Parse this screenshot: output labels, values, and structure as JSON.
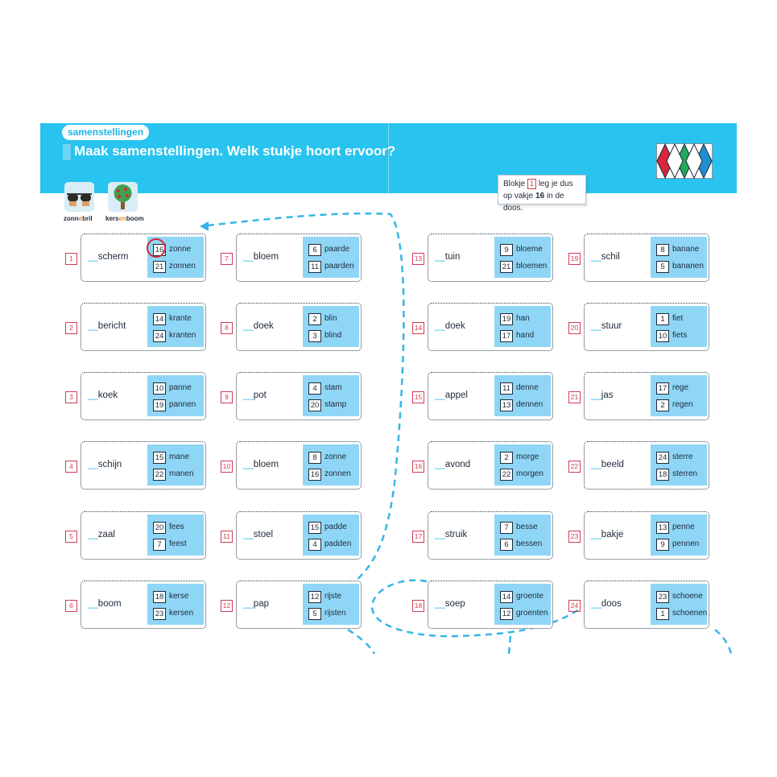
{
  "header": {
    "tag": "samenstellingen",
    "title": "Maak samenstellingen. Welk stukje hoort ervoor?",
    "hint_line1_before": "Blokje",
    "hint_box": "1",
    "hint_line1_after": "leg je dus",
    "hint_line2_before": "op vakje",
    "hint_line2_bold": "16",
    "hint_line2_after": "in de doos."
  },
  "examples": [
    {
      "icon": "sunglasses-icon",
      "prefix": "zonn",
      "link": "e",
      "suffix": "bril"
    },
    {
      "icon": "cherry-tree-icon",
      "prefix": "kers",
      "link": "en",
      "suffix": "boom"
    }
  ],
  "colors": {
    "banner": "#29c3ef",
    "choices": "#8fd6f6",
    "index": "#d33b55",
    "dash": "#35b6e6"
  },
  "cards": [
    {
      "n": "1",
      "word": "scherm",
      "choices": [
        {
          "num": "16",
          "text": "zonne"
        },
        {
          "num": "21",
          "text": "zonnen"
        }
      ]
    },
    {
      "n": "2",
      "word": "bericht",
      "choices": [
        {
          "num": "14",
          "text": "krante"
        },
        {
          "num": "24",
          "text": "kranten"
        }
      ]
    },
    {
      "n": "3",
      "word": "koek",
      "choices": [
        {
          "num": "10",
          "text": "panne"
        },
        {
          "num": "19",
          "text": "pannen"
        }
      ]
    },
    {
      "n": "4",
      "word": "schijn",
      "choices": [
        {
          "num": "15",
          "text": "mane"
        },
        {
          "num": "22",
          "text": "manen"
        }
      ]
    },
    {
      "n": "5",
      "word": "zaal",
      "choices": [
        {
          "num": "20",
          "text": "fees"
        },
        {
          "num": "7",
          "text": "feest"
        }
      ]
    },
    {
      "n": "6",
      "word": "boom",
      "choices": [
        {
          "num": "18",
          "text": "kerse"
        },
        {
          "num": "23",
          "text": "kersen"
        }
      ]
    },
    {
      "n": "7",
      "word": "bloem",
      "choices": [
        {
          "num": "6",
          "text": "paarde"
        },
        {
          "num": "11",
          "text": "paarden"
        }
      ]
    },
    {
      "n": "8",
      "word": "doek",
      "choices": [
        {
          "num": "2",
          "text": "blin"
        },
        {
          "num": "3",
          "text": "blind"
        }
      ]
    },
    {
      "n": "9",
      "word": "pot",
      "choices": [
        {
          "num": "4",
          "text": "stam"
        },
        {
          "num": "20",
          "text": "stamp"
        }
      ]
    },
    {
      "n": "10",
      "word": "bloem",
      "choices": [
        {
          "num": "8",
          "text": "zonne"
        },
        {
          "num": "16",
          "text": "zonnen"
        }
      ]
    },
    {
      "n": "11",
      "word": "stoel",
      "choices": [
        {
          "num": "15",
          "text": "padde"
        },
        {
          "num": "4",
          "text": "padden"
        }
      ]
    },
    {
      "n": "12",
      "word": "pap",
      "choices": [
        {
          "num": "12",
          "text": "rijste"
        },
        {
          "num": "5",
          "text": "rijsten"
        }
      ]
    },
    {
      "n": "13",
      "word": "tuin",
      "choices": [
        {
          "num": "9",
          "text": "bloeme"
        },
        {
          "num": "21",
          "text": "bloemen"
        }
      ]
    },
    {
      "n": "14",
      "word": "doek",
      "choices": [
        {
          "num": "19",
          "text": "han"
        },
        {
          "num": "17",
          "text": "hand"
        }
      ]
    },
    {
      "n": "15",
      "word": "appel",
      "choices": [
        {
          "num": "11",
          "text": "denne"
        },
        {
          "num": "13",
          "text": "dennen"
        }
      ]
    },
    {
      "n": "16",
      "word": "avond",
      "choices": [
        {
          "num": "2",
          "text": "morge"
        },
        {
          "num": "22",
          "text": "morgen"
        }
      ]
    },
    {
      "n": "17",
      "word": "struik",
      "choices": [
        {
          "num": "7",
          "text": "besse"
        },
        {
          "num": "6",
          "text": "bessen"
        }
      ]
    },
    {
      "n": "18",
      "word": "soep",
      "choices": [
        {
          "num": "14",
          "text": "groente"
        },
        {
          "num": "12",
          "text": "groenten"
        }
      ]
    },
    {
      "n": "19",
      "word": "schil",
      "choices": [
        {
          "num": "8",
          "text": "banane"
        },
        {
          "num": "5",
          "text": "bananen"
        }
      ]
    },
    {
      "n": "20",
      "word": "stuur",
      "choices": [
        {
          "num": "1",
          "text": "fiet"
        },
        {
          "num": "10",
          "text": "fiets"
        }
      ]
    },
    {
      "n": "21",
      "word": "jas",
      "choices": [
        {
          "num": "17",
          "text": "rege"
        },
        {
          "num": "2",
          "text": "regen"
        }
      ]
    },
    {
      "n": "22",
      "word": "beeld",
      "choices": [
        {
          "num": "24",
          "text": "sterre"
        },
        {
          "num": "18",
          "text": "sterren"
        }
      ]
    },
    {
      "n": "23",
      "word": "bakje",
      "choices": [
        {
          "num": "13",
          "text": "penne"
        },
        {
          "num": "9",
          "text": "pennen"
        }
      ]
    },
    {
      "n": "24",
      "word": "doos",
      "choices": [
        {
          "num": "23",
          "text": "schoene"
        },
        {
          "num": "1",
          "text": "schoenen"
        }
      ]
    }
  ]
}
